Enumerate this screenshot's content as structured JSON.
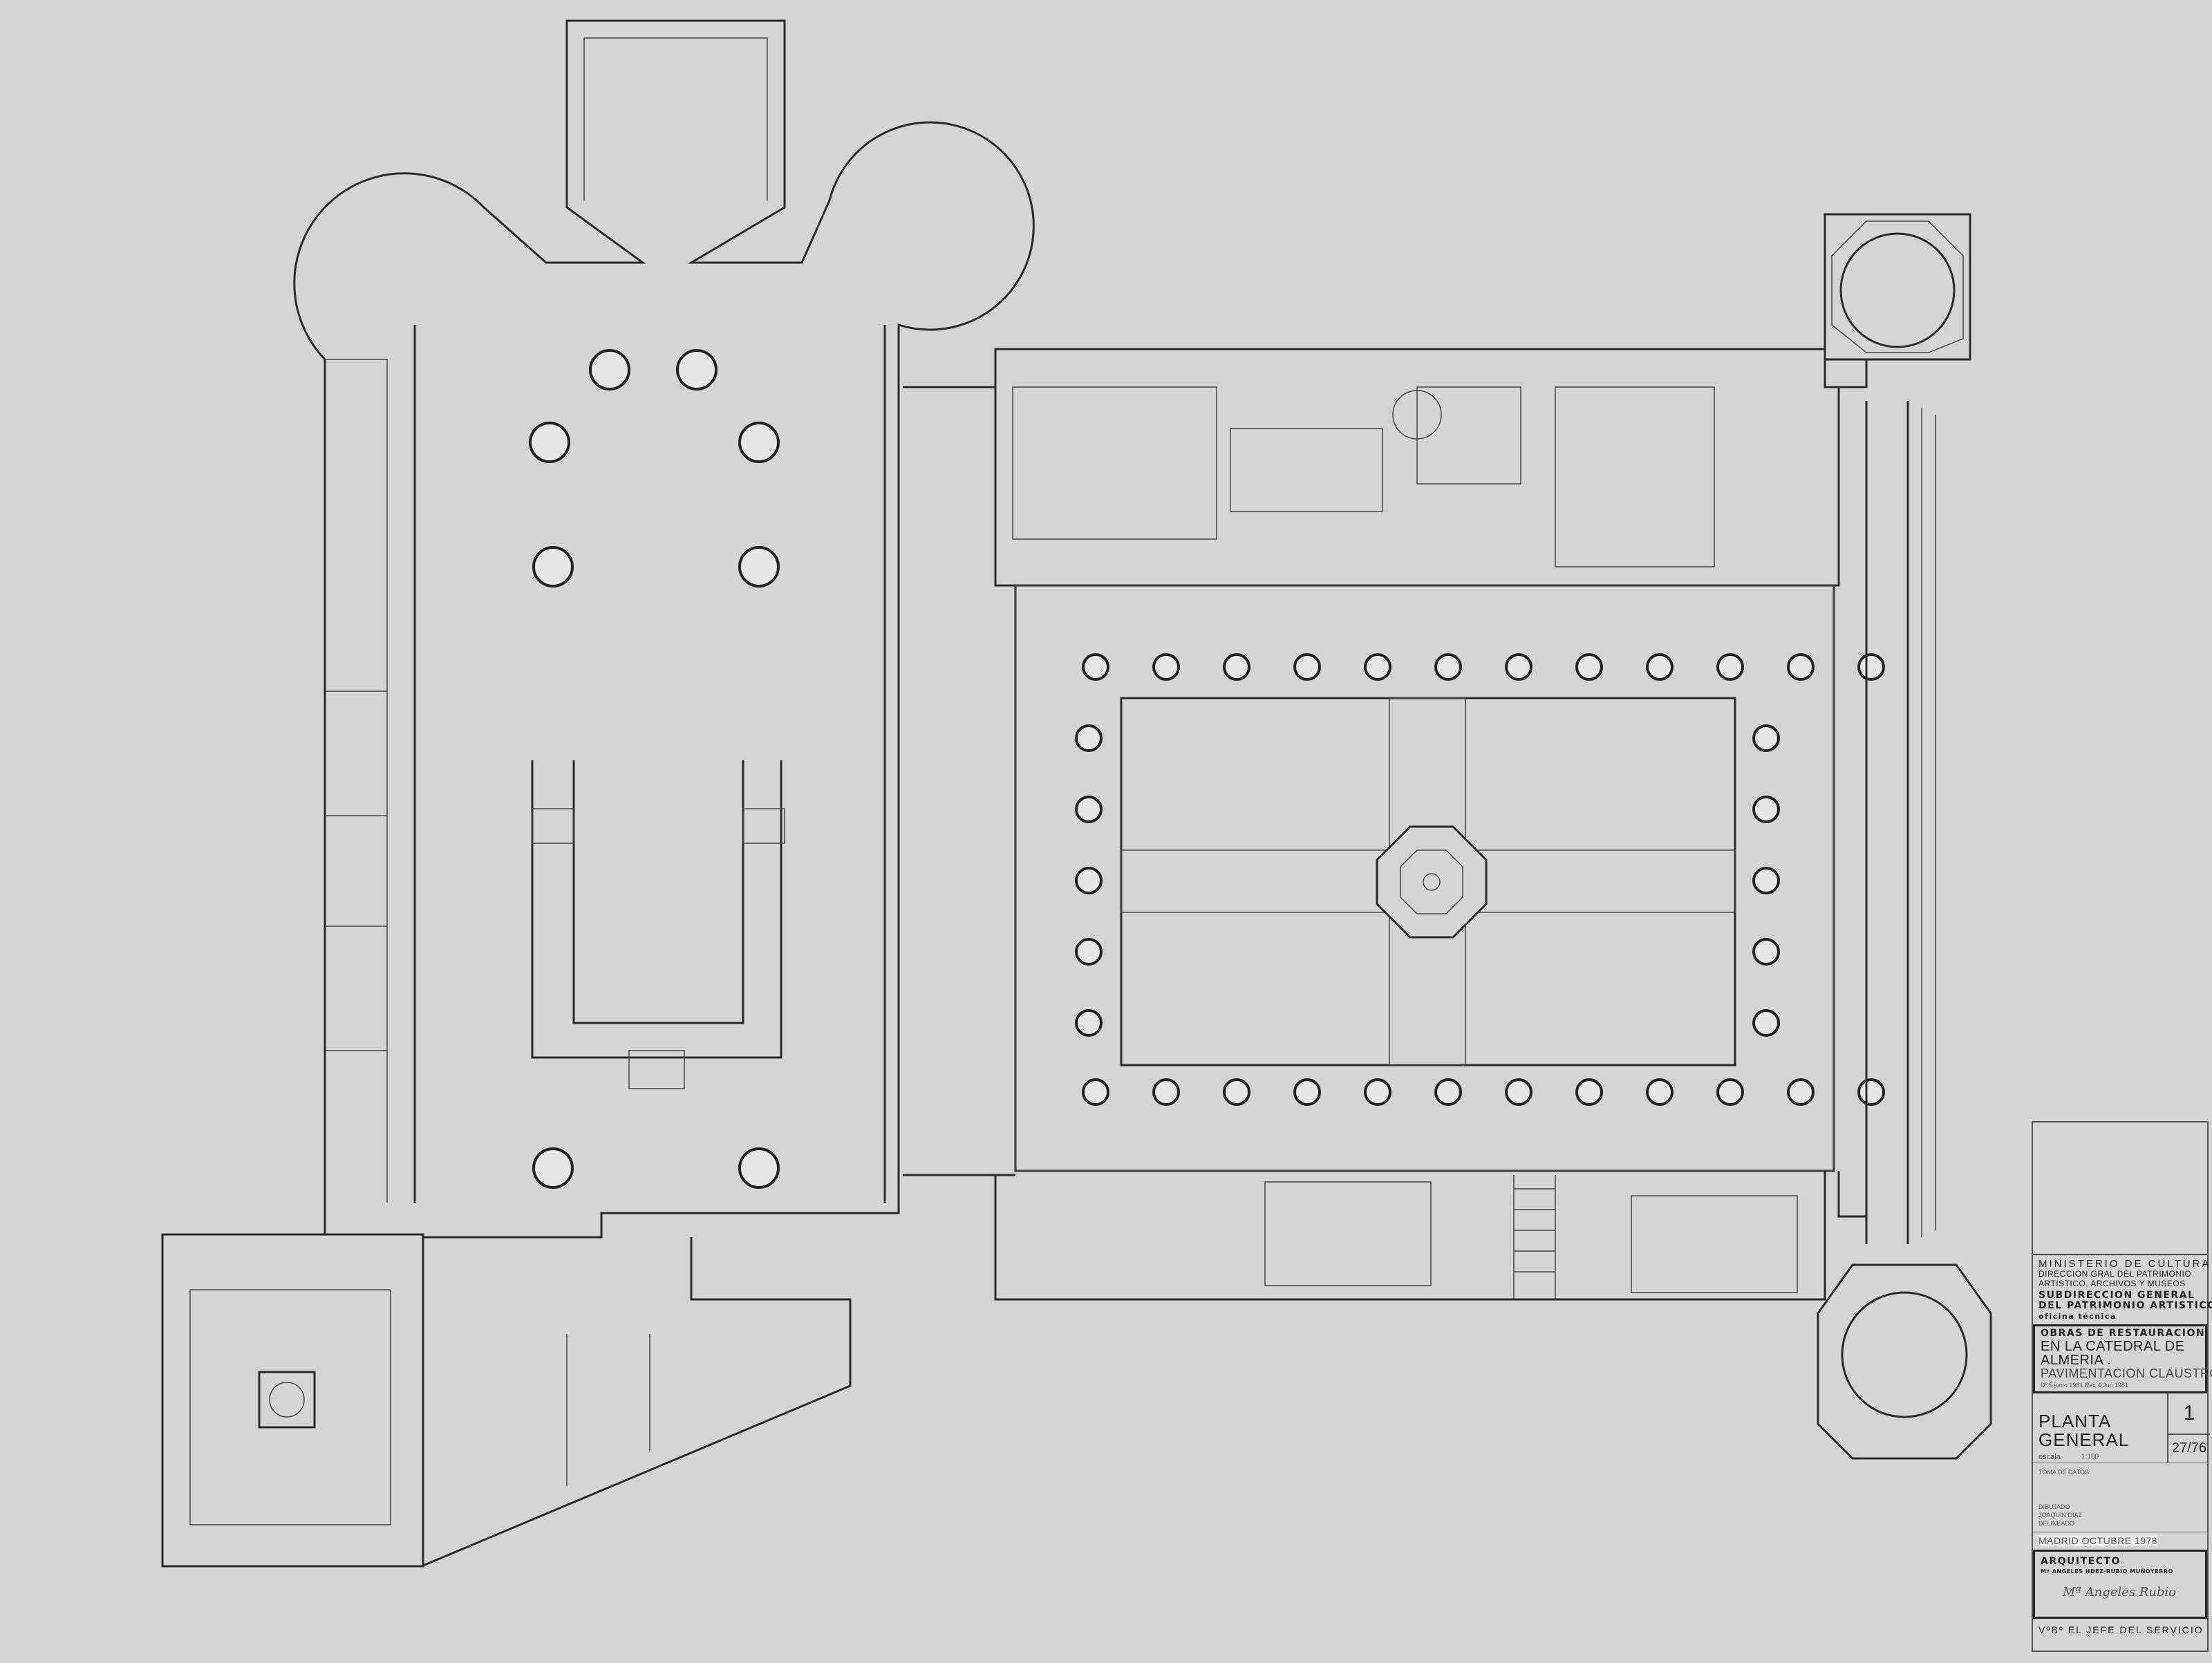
{
  "title_block": {
    "ministry": [
      "MINISTERIO DE CULTURA",
      "DIRECCION GRAL DEL PATRIMONIO",
      "ARTISTICO, ARCHIVOS Y MUSEOS"
    ],
    "subdirection": [
      "SUBDIRECCION GENERAL",
      "DEL PATRIMONIO ARTISTICO"
    ],
    "office": "oficina técnica",
    "project": [
      "OBRAS DE RESTAURACION",
      "EN LA CATEDRAL DE",
      "ALMERIA .",
      "PAVIMENTACION CLAUSTRO"
    ],
    "dates": "Dº 5 junio 1981     Rec 4 Jun 1981",
    "sheet_title": [
      "PLANTA",
      "GENERAL"
    ],
    "sheet_number": "1",
    "project_number": "27/76",
    "scale_label": "escala",
    "scale_value": "1:100",
    "survey_label": "TOMA DE DATOS",
    "drawn_label": "DIBUJADO",
    "drawn_by": "JOAQUIN DIAZ",
    "drafted_label": "DELINEADO",
    "place_date": "MADRID OCTUBRE 1978",
    "architect_label": "ARQUITECTO",
    "architect_name": "Mª ANGELES HDEZ·RUBIO MUÑOYERRO",
    "signature": "Mª Angeles Rubio",
    "approval": "VºBº EL JEFE DEL SERVICIO"
  },
  "colors": {
    "paper": "#d3d5d7",
    "ink": "#2a2a2a"
  }
}
